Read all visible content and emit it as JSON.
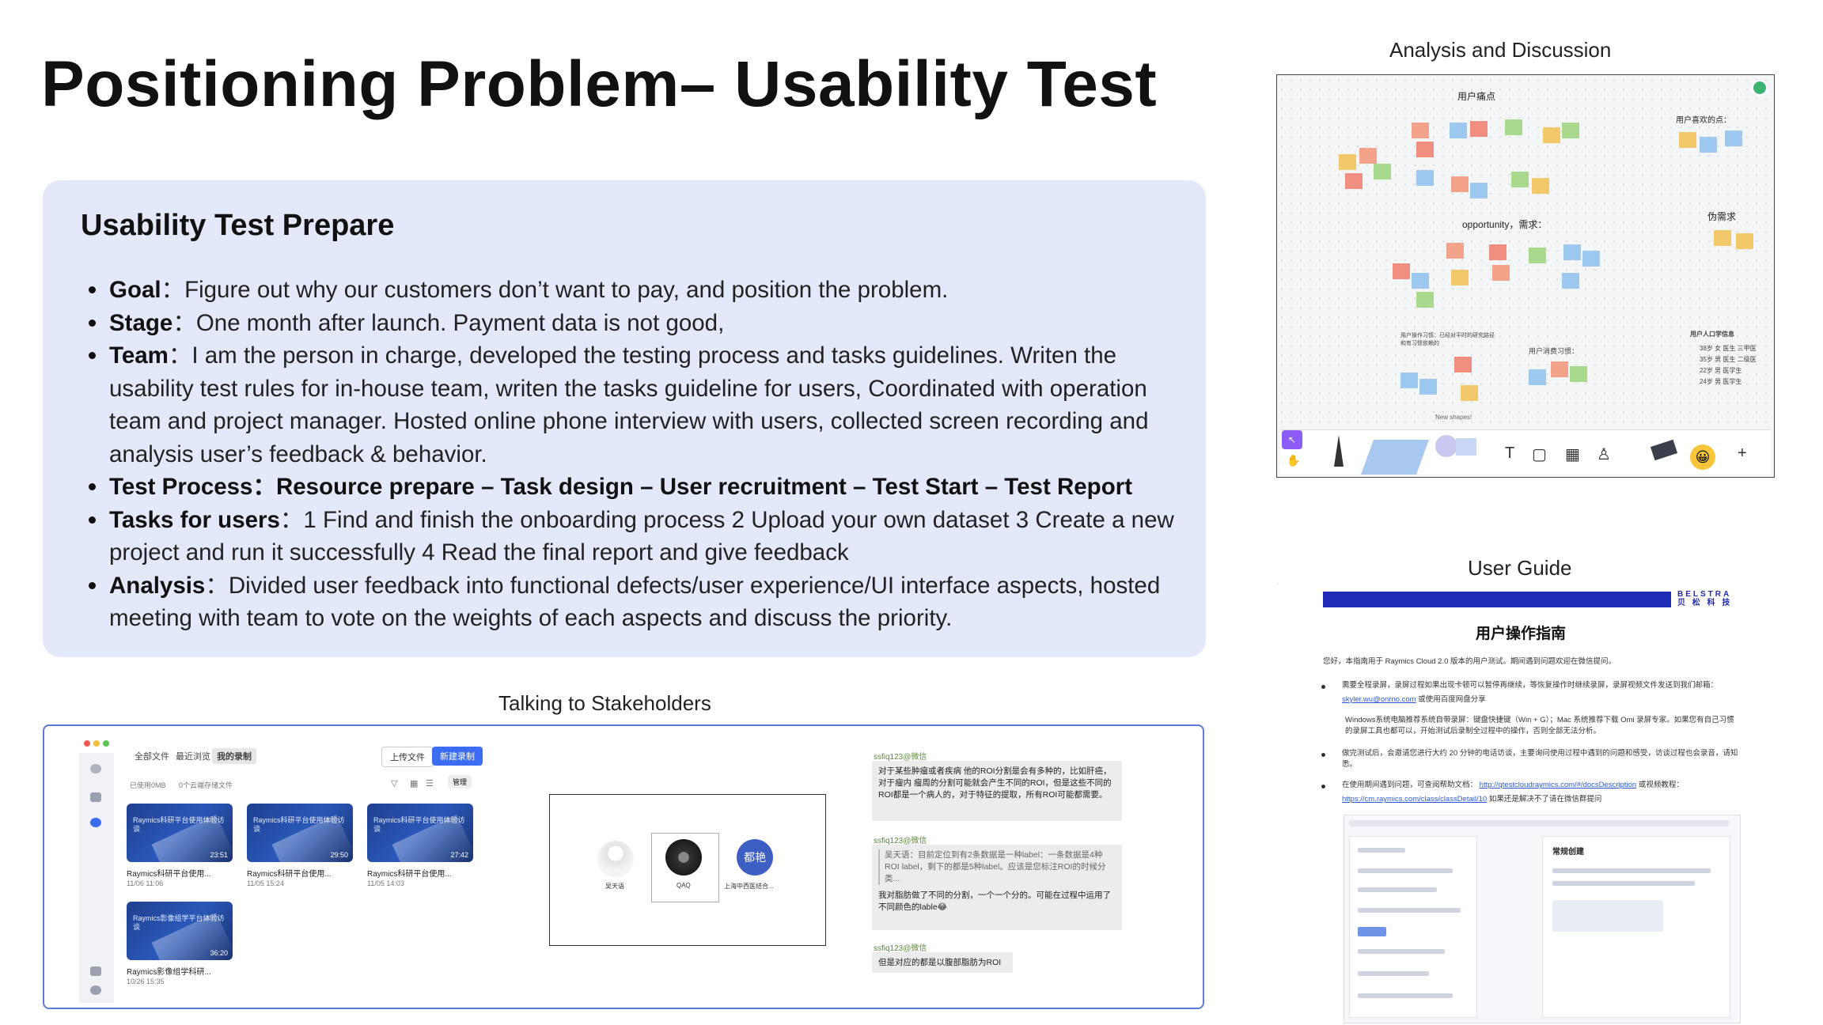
{
  "page": {
    "title": "Positioning Problem– Usability Test"
  },
  "prepare": {
    "heading": "Usability Test Prepare",
    "items": [
      {
        "label": "Goal",
        "text": "：Figure out why our customers don’t want to pay, and position the problem."
      },
      {
        "label": "Stage",
        "text": "：One month after launch. Payment data is not good,"
      },
      {
        "label": "Team",
        "text": "：I am the person in charge, developed the testing process and tasks guidelines. Writen the usability test rules for in-house team, writen the tasks guideline for users, Coordinated with operation team and project manager. Hosted online phone interview with users, collected screen recording and analysis user’s feedback & behavior."
      },
      {
        "label": "Test Process",
        "text": "：Resource prepare – Task design – User recruitment – Test Start – Test Report"
      },
      {
        "label": "Tasks for users",
        "text": "：1 Find and finish the onboarding process    2 Upload your own dataset    3 Create a new project and run it successfully  4 Read the final report and give feedback"
      },
      {
        "label": "Analysis",
        "text": "：Divided user feedback into functional defects/user experience/UI interface aspects, hosted meeting with team to vote on the weights of each aspects and discuss the priority."
      }
    ]
  },
  "captions": {
    "stakeholders": "Talking to Stakeholders",
    "analysis": "Analysis and Discussion",
    "guide": "User Guide"
  },
  "recording_app": {
    "tabs": [
      "全部文件",
      "最近浏览",
      "我的录制"
    ],
    "upload_label": "上传文件",
    "new_record_label": "新建录制",
    "storage_used": "已使用0MB",
    "cloud_files": "0个云端存储文件",
    "manage_label": "管理",
    "videos": [
      {
        "title": "Raymics科研平台使用体验访谈",
        "duration": "23:51",
        "name": "Raymics科研平台使用...",
        "date": "11/06 11:06"
      },
      {
        "title": "Raymics科研平台使用体验访谈",
        "duration": "29:50",
        "name": "Raymics科研平台使用...",
        "date": "11/05 15:24"
      },
      {
        "title": "Raymics科研平台使用体验访谈",
        "duration": "27:42",
        "name": "Raymics科研平台使用...",
        "date": "11/05 14:03"
      },
      {
        "title": "Raymics影像组学平台体验访谈",
        "duration": "36:20",
        "name": "Raymics影像组学科研...",
        "date": "10/26 15:35"
      }
    ]
  },
  "call": {
    "participants": [
      {
        "name": "吴天语",
        "initials": ""
      },
      {
        "name": "QAQ",
        "initials": ""
      },
      {
        "name": "上海中西医结合...",
        "initials": "都艳"
      }
    ]
  },
  "chat": {
    "messages": [
      {
        "sender": "ssfiq123@微信",
        "text": "对于某些肿瘤或者疾病 他的ROI分割是会有多种的，比如肝癌，对于瘤内 瘤周的分割可能就会产生不同的ROI，但是这些不同的ROI都是一个病人的，对于特征的提取，所有ROI可能都需要。"
      },
      {
        "sender": "ssfiq123@微信",
        "quote": "吴天语：目前定位到有2条数据是一种label：一条数据是4种ROI label，剩下的都是5种label。应该是您标注ROI的时候分类...",
        "text": "我对脂肪做了不同的分割，一个一个分的。可能在过程中运用了不同颜色的lable😂"
      },
      {
        "sender": "ssfiq123@微信",
        "text": "但是对应的都是以腹部脂肪为ROI"
      }
    ]
  },
  "board": {
    "pain_points": "用户痛点",
    "likes": "用户喜欢的点：",
    "opportunity": "opportunity，需求：",
    "fake_needs": "伪需求",
    "persona": "用户人口学信息",
    "persona_lines": [
      "38岁 女 医生 三甲医",
      "35岁 男 医生 二级医",
      "22岁 男 医学生",
      "24岁 男 医学生"
    ],
    "habit": "用户消费习惯：",
    "behavior": "用户操作习惯：已经对平时的研究路径和有习惯依赖的",
    "new_shapes": "New shapes!"
  },
  "guide": {
    "brand": "BELSTRA 贝 松 科 技",
    "title": "用户操作指南",
    "intro": "您好，本指南用于 Raymics Cloud 2.0 版本的用户测试。期间遇到问题欢迎在微信提问。",
    "p1": "需要全程录屏，录屏过程如果出现卡顿可以暂停再继续，等恢复操作时继续录屏，录屏视频文件发送到我们邮箱：",
    "email": "skyler.wu@onrno.com",
    "email_suffix": "或使用百度网盘分享",
    "p2": "Windows系统电脑推荐系统自带录屏：键盘快捷键（Win + G）；Mac 系统推荐下载 Omi 录屏专家。如果您有自己习惯的录屏工具也都可以，开始测试后录制全过程中的操作，否则全部无法分析。",
    "p3": "做完测试后，会邀请您进行大约 20 分钟的电话访谈，主要询问使用过程中遇到的问题和感受，访谈过程也会录音，请知悉。",
    "p4": "在使用期间遇到问题，可查阅帮助文档：",
    "doc_link": "http://qtestcloudraymics.com/#/docsDescription",
    "doc_suffix": "或视频教程：",
    "video_link": "https://cm.raymics.com/class/classDetail/10",
    "video_suffix": "如果还是解决不了请在微信群提问",
    "shot_heading": "常规创建"
  },
  "colors": {
    "accent": "#3b6cf2",
    "card_bg": "#e3e9fb",
    "frame_border": "#5b7bd8",
    "guide_bar": "#1f2bb5"
  }
}
